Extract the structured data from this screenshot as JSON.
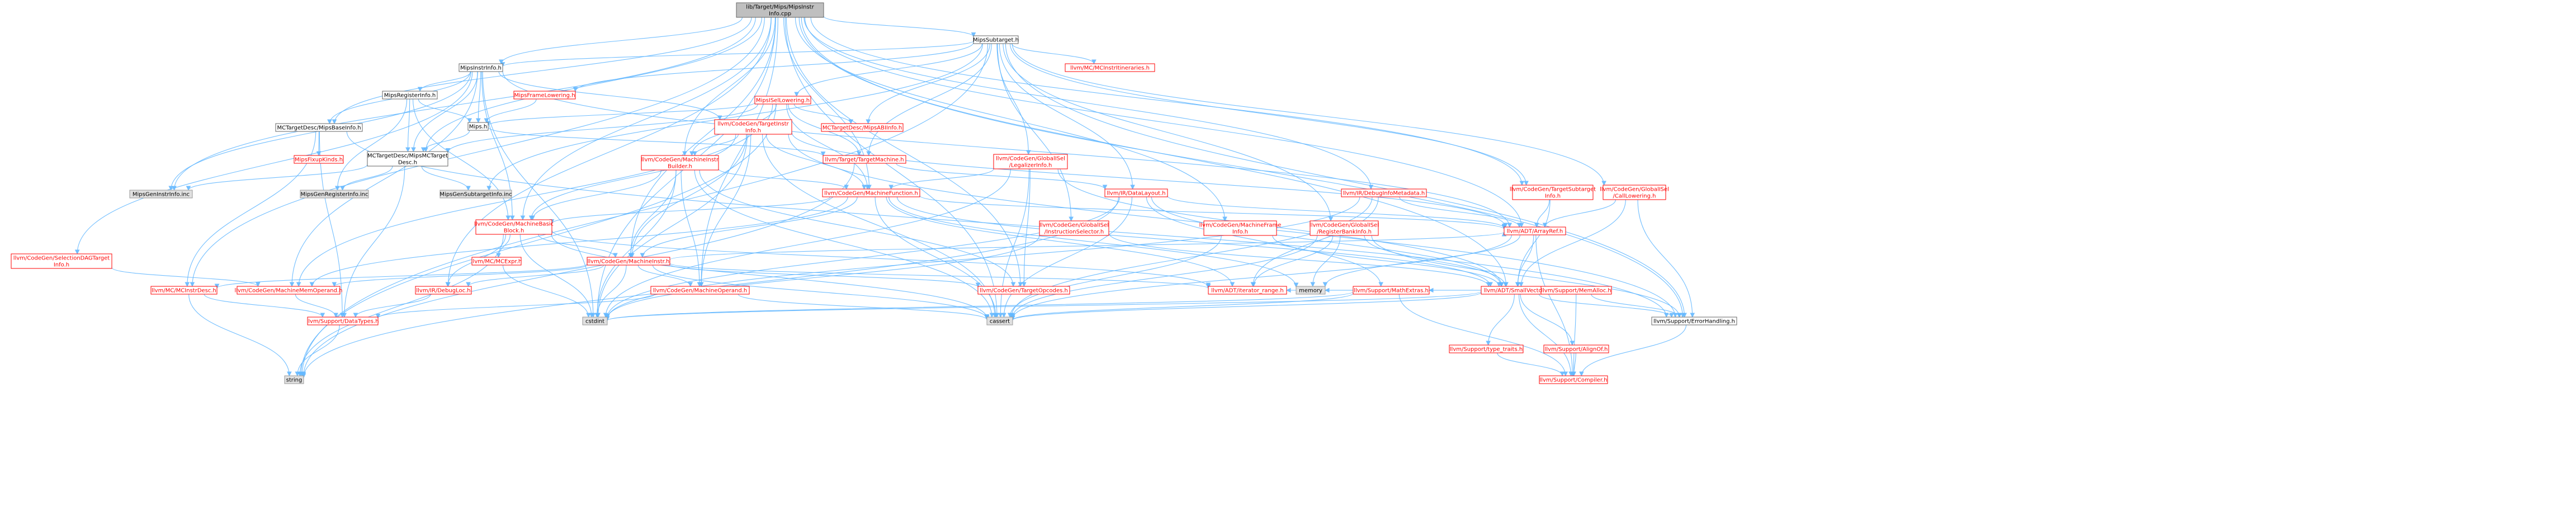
{
  "colors": {
    "edge": "#63b8ff",
    "root_fill": "#bfbfbf",
    "root_stroke": "#666666",
    "linked_fill": "#ffffff",
    "linked_stroke": "#666666",
    "linked_text": "#000000",
    "incomplete_fill": "#ffffff",
    "incomplete_stroke": "#ff0000",
    "incomplete_text": "#ff0000",
    "system_fill": "#e0e0e0",
    "system_stroke": "#999999",
    "system_text": "#000000"
  },
  "nodes": [
    {
      "id": "root",
      "lines": [
        "lib/Target/Mips/MipsInstr",
        "Info.cpp"
      ],
      "kind": "root"
    },
    {
      "id": "subtarget",
      "lines": [
        "MipsSubtarget.h"
      ],
      "kind": "linked"
    },
    {
      "id": "instrinfo",
      "lines": [
        "MipsInstrInfo.h"
      ],
      "kind": "linked"
    },
    {
      "id": "reginfo",
      "lines": [
        "MipsRegisterInfo.h"
      ],
      "kind": "linked"
    },
    {
      "id": "mipsh",
      "lines": [
        "Mips.h"
      ],
      "kind": "linked"
    },
    {
      "id": "framelow",
      "lines": [
        "MipsFrameLowering.h"
      ],
      "kind": "incomplete"
    },
    {
      "id": "isellow",
      "lines": [
        "MipsISelLowering.h"
      ],
      "kind": "incomplete"
    },
    {
      "id": "mcbaseinfo",
      "lines": [
        "MCTargetDesc/MipsBaseInfo.h"
      ],
      "kind": "linked"
    },
    {
      "id": "mctargetdesc",
      "lines": [
        "MCTargetDesc/MipsMCTarget",
        "Desc.h"
      ],
      "kind": "linked"
    },
    {
      "id": "fixupkinds",
      "lines": [
        "MipsFixupKinds.h"
      ],
      "kind": "incomplete"
    },
    {
      "id": "genregisterinfo",
      "lines": [
        "MipsGenRegisterInfo.inc"
      ],
      "kind": "system"
    },
    {
      "id": "gensubtargetinfo",
      "lines": [
        "MipsGenSubtargetInfo.inc"
      ],
      "kind": "system"
    },
    {
      "id": "geninstrinfo",
      "lines": [
        "MipsGenInstrInfo.inc"
      ],
      "kind": "system"
    },
    {
      "id": "abiinfo",
      "lines": [
        "MCTargetDesc/MipsABIInfo.h"
      ],
      "kind": "incomplete"
    },
    {
      "id": "targetinstrinfo",
      "lines": [
        "llvm/CodeGen/TargetInstr",
        "Info.h"
      ],
      "kind": "incomplete"
    },
    {
      "id": "mibuilder",
      "lines": [
        "llvm/CodeGen/MachineInstr",
        "Builder.h"
      ],
      "kind": "incomplete"
    },
    {
      "id": "targetmachine",
      "lines": [
        "llvm/Target/TargetMachine.h"
      ],
      "kind": "incomplete"
    },
    {
      "id": "legalizer",
      "lines": [
        "llvm/CodeGen/GlobalISel",
        "/LegalizerInfo.h"
      ],
      "kind": "incomplete"
    },
    {
      "id": "mcinstritin",
      "lines": [
        "llvm/MC/MCInstrItineraries.h"
      ],
      "kind": "incomplete"
    },
    {
      "id": "datalayout",
      "lines": [
        "llvm/IR/DataLayout.h"
      ],
      "kind": "incomplete"
    },
    {
      "id": "debuginfometa",
      "lines": [
        "llvm/IR/DebugInfoMetadata.h"
      ],
      "kind": "incomplete"
    },
    {
      "id": "targetsubtarget",
      "lines": [
        "llvm/CodeGen/TargetSubtarget",
        "Info.h"
      ],
      "kind": "incomplete"
    },
    {
      "id": "calllowering",
      "lines": [
        "llvm/CodeGen/GlobalISel",
        "/CallLowering.h"
      ],
      "kind": "incomplete"
    },
    {
      "id": "machinefunction",
      "lines": [
        "llvm/CodeGen/MachineFunction.h"
      ],
      "kind": "incomplete"
    },
    {
      "id": "instselector",
      "lines": [
        "llvm/CodeGen/GlobalISel",
        "/InstructionSelector.h"
      ],
      "kind": "incomplete"
    },
    {
      "id": "mfi",
      "lines": [
        "llvm/CodeGen/MachineFrame",
        "Info.h"
      ],
      "kind": "incomplete"
    },
    {
      "id": "regbankinfo",
      "lines": [
        "llvm/CodeGen/GlobalISel",
        "/RegisterBankInfo.h"
      ],
      "kind": "incomplete"
    },
    {
      "id": "arrayref",
      "lines": [
        "llvm/ADT/ArrayRef.h"
      ],
      "kind": "incomplete"
    },
    {
      "id": "mbb",
      "lines": [
        "llvm/CodeGen/MachineBasic",
        "Block.h"
      ],
      "kind": "incomplete"
    },
    {
      "id": "selectiondag",
      "lines": [
        "llvm/CodeGen/SelectionDAGTarget",
        "Info.h"
      ],
      "kind": "incomplete"
    },
    {
      "id": "mcexpr",
      "lines": [
        "llvm/MC/MCExpr.h"
      ],
      "kind": "incomplete"
    },
    {
      "id": "machineinstr",
      "lines": [
        "llvm/CodeGen/MachineInstr.h"
      ],
      "kind": "incomplete"
    },
    {
      "id": "smallvector",
      "lines": [
        "llvm/ADT/SmallVector.h"
      ],
      "kind": "incomplete"
    },
    {
      "id": "mcinstrdesc",
      "lines": [
        "llvm/MC/MCInstrDesc.h"
      ],
      "kind": "incomplete"
    },
    {
      "id": "memoperand",
      "lines": [
        "llvm/CodeGen/MachineMemOperand.h"
      ],
      "kind": "incomplete"
    },
    {
      "id": "debugloc",
      "lines": [
        "llvm/IR/DebugLoc.h"
      ],
      "kind": "incomplete"
    },
    {
      "id": "machineoperand",
      "lines": [
        "llvm/CodeGen/MachineOperand.h"
      ],
      "kind": "incomplete"
    },
    {
      "id": "targetopcodes",
      "lines": [
        "llvm/CodeGen/TargetOpcodes.h"
      ],
      "kind": "incomplete"
    },
    {
      "id": "iteratorrange",
      "lines": [
        "llvm/ADT/iterator_range.h"
      ],
      "kind": "incomplete"
    },
    {
      "id": "memory",
      "lines": [
        "memory"
      ],
      "kind": "system"
    },
    {
      "id": "mathextras",
      "lines": [
        "llvm/Support/MathExtras.h"
      ],
      "kind": "incomplete"
    },
    {
      "id": "memalloc",
      "lines": [
        "llvm/Support/MemAlloc.h"
      ],
      "kind": "incomplete"
    },
    {
      "id": "datatypes",
      "lines": [
        "llvm/Support/DataTypes.h"
      ],
      "kind": "incomplete"
    },
    {
      "id": "cstdint",
      "lines": [
        "cstdint"
      ],
      "kind": "system"
    },
    {
      "id": "cassert",
      "lines": [
        "cassert"
      ],
      "kind": "system"
    },
    {
      "id": "typetraits",
      "lines": [
        "llvm/Support/type_traits.h"
      ],
      "kind": "incomplete"
    },
    {
      "id": "alignof",
      "lines": [
        "llvm/Support/AlignOf.h"
      ],
      "kind": "incomplete"
    },
    {
      "id": "errorhandling",
      "lines": [
        "llvm/Support/ErrorHandling.h"
      ],
      "kind": "linked"
    },
    {
      "id": "string",
      "lines": [
        "string"
      ],
      "kind": "system"
    },
    {
      "id": "compiler",
      "lines": [
        "llvm/Support/Compiler.h"
      ],
      "kind": "incomplete"
    }
  ],
  "edges": [
    [
      "root",
      "subtarget"
    ],
    [
      "root",
      "instrinfo"
    ],
    [
      "root",
      "mctargetdesc"
    ],
    [
      "root",
      "mcbaseinfo"
    ],
    [
      "root",
      "geninstrinfo"
    ],
    [
      "root",
      "mbb"
    ],
    [
      "root",
      "machinefunction"
    ],
    [
      "root",
      "machineinstr"
    ],
    [
      "root",
      "mibuilder"
    ],
    [
      "root",
      "machineoperand"
    ],
    [
      "root",
      "targetopcodes"
    ],
    [
      "root",
      "mcinstrdesc"
    ],
    [
      "root",
      "debugloc"
    ],
    [
      "root",
      "errorhandling"
    ],
    [
      "root",
      "cassert"
    ],
    [
      "root",
      "cstdint"
    ],
    [
      "root",
      "arrayref"
    ],
    [
      "root",
      "smallvector"
    ],
    [
      "root",
      "mfi"
    ],
    [
      "root",
      "targetsubtarget"
    ],
    [
      "root",
      "debuginfometa"
    ],
    [
      "subtarget",
      "instrinfo"
    ],
    [
      "subtarget",
      "framelow"
    ],
    [
      "subtarget",
      "isellow"
    ],
    [
      "subtarget",
      "abiinfo"
    ],
    [
      "subtarget",
      "mcinstritin"
    ],
    [
      "subtarget",
      "datalayout"
    ],
    [
      "subtarget",
      "legalizer"
    ],
    [
      "subtarget",
      "regbankinfo"
    ],
    [
      "subtarget",
      "instselector"
    ],
    [
      "subtarget",
      "calllowering"
    ],
    [
      "subtarget",
      "targetsubtarget"
    ],
    [
      "subtarget",
      "gensubtargetinfo"
    ],
    [
      "subtarget",
      "errorhandling"
    ],
    [
      "subtarget",
      "string"
    ],
    [
      "subtarget",
      "targetmachine"
    ],
    [
      "instrinfo",
      "reginfo"
    ],
    [
      "instrinfo",
      "mipsh"
    ],
    [
      "instrinfo",
      "mcbaseinfo"
    ],
    [
      "instrinfo",
      "targetinstrinfo"
    ],
    [
      "instrinfo",
      "mctargetdesc"
    ],
    [
      "instrinfo",
      "mbb"
    ],
    [
      "instrinfo",
      "selectiondag"
    ],
    [
      "instrinfo",
      "geninstrinfo"
    ],
    [
      "instrinfo",
      "memoperand"
    ],
    [
      "instrinfo",
      "cstdint"
    ],
    [
      "instrinfo",
      "arrayref"
    ],
    [
      "reginfo",
      "mipsh"
    ],
    [
      "reginfo",
      "genregisterinfo"
    ],
    [
      "reginfo",
      "mctargetdesc"
    ],
    [
      "reginfo",
      "mbb"
    ],
    [
      "framelow",
      "mipsh"
    ],
    [
      "isellow",
      "mipsh"
    ],
    [
      "isellow",
      "abiinfo"
    ],
    [
      "isellow",
      "targetmachine"
    ],
    [
      "isellow",
      "machinefunction"
    ],
    [
      "isellow",
      "mctargetdesc"
    ],
    [
      "isellow",
      "memoperand"
    ],
    [
      "isellow",
      "string"
    ],
    [
      "isellow",
      "mibuilder"
    ],
    [
      "mipsh",
      "mctargetdesc"
    ],
    [
      "mipsh",
      "targetmachine"
    ],
    [
      "mcbaseinfo",
      "fixupkinds"
    ],
    [
      "mcbaseinfo",
      "mcinstrdesc"
    ],
    [
      "mcbaseinfo",
      "datatypes"
    ],
    [
      "mcbaseinfo",
      "errorhandling"
    ],
    [
      "mctargetdesc",
      "genregisterinfo"
    ],
    [
      "mctargetdesc",
      "gensubtargetinfo"
    ],
    [
      "mctargetdesc",
      "geninstrinfo"
    ],
    [
      "mctargetdesc",
      "datatypes"
    ],
    [
      "targetinstrinfo",
      "mibuilder"
    ],
    [
      "targetinstrinfo",
      "machinefunction"
    ],
    [
      "targetinstrinfo",
      "mbb"
    ],
    [
      "targetinstrinfo",
      "machineinstr"
    ],
    [
      "targetinstrinfo",
      "machineoperand"
    ],
    [
      "targetinstrinfo",
      "arrayref"
    ],
    [
      "targetinstrinfo",
      "cassert"
    ],
    [
      "targetinstrinfo",
      "cstdint"
    ],
    [
      "targetinstrinfo",
      "errorhandling"
    ],
    [
      "mibuilder",
      "machinefunction"
    ],
    [
      "mibuilder",
      "mbb"
    ],
    [
      "mibuilder",
      "machineinstr"
    ],
    [
      "mibuilder",
      "machineoperand"
    ],
    [
      "mibuilder",
      "cassert"
    ],
    [
      "mibuilder",
      "cstdint"
    ],
    [
      "mibuilder",
      "targetopcodes"
    ],
    [
      "legalizer",
      "machinefunction"
    ],
    [
      "legalizer",
      "targetopcodes"
    ],
    [
      "legalizer",
      "cassert"
    ],
    [
      "legalizer",
      "cstdint"
    ],
    [
      "legalizer",
      "smallvector"
    ],
    [
      "targetmachine",
      "datalayout"
    ],
    [
      "targetmachine",
      "string"
    ],
    [
      "datalayout",
      "arrayref"
    ],
    [
      "datalayout",
      "smallvector"
    ],
    [
      "datalayout",
      "mathextras"
    ],
    [
      "datalayout",
      "cassert"
    ],
    [
      "datalayout",
      "cstdint"
    ],
    [
      "datalayout",
      "string"
    ],
    [
      "debuginfometa",
      "arrayref"
    ],
    [
      "debuginfometa",
      "iteratorrange"
    ],
    [
      "debuginfometa",
      "cassert"
    ],
    [
      "debuginfometa",
      "cstdint"
    ],
    [
      "targetsubtarget",
      "arrayref"
    ],
    [
      "targetsubtarget",
      "smallvector"
    ],
    [
      "calllowering",
      "arrayref"
    ],
    [
      "calllowering",
      "smallvector"
    ],
    [
      "calllowering",
      "errorhandling"
    ],
    [
      "machinefunction",
      "mbb"
    ],
    [
      "machinefunction",
      "machineinstr"
    ],
    [
      "machinefunction",
      "arrayref"
    ],
    [
      "machinefunction",
      "smallvector"
    ],
    [
      "machinefunction",
      "iteratorrange"
    ],
    [
      "machinefunction",
      "cassert"
    ],
    [
      "machinefunction",
      "memory"
    ],
    [
      "machinefunction",
      "memoperand"
    ],
    [
      "instselector",
      "cstdint"
    ],
    [
      "instselector",
      "smallvector"
    ],
    [
      "mfi",
      "smallvector"
    ],
    [
      "mfi",
      "cassert"
    ],
    [
      "regbankinfo",
      "smallvector"
    ],
    [
      "regbankinfo",
      "iteratorrange"
    ],
    [
      "regbankinfo",
      "errorhandling"
    ],
    [
      "regbankinfo",
      "cassert"
    ],
    [
      "regbankinfo",
      "memory"
    ],
    [
      "arrayref",
      "smallvector"
    ],
    [
      "arrayref",
      "compiler"
    ],
    [
      "arrayref",
      "memory"
    ],
    [
      "arrayref",
      "cassert"
    ],
    [
      "mbb",
      "machineinstr"
    ],
    [
      "mbb",
      "mcexpr"
    ],
    [
      "mbb",
      "debugloc"
    ],
    [
      "mbb",
      "iteratorrange"
    ],
    [
      "mbb",
      "cassert"
    ],
    [
      "mbb",
      "cstdint"
    ],
    [
      "mbb",
      "string"
    ],
    [
      "selectiondag",
      "memoperand"
    ],
    [
      "mcexpr",
      "cstdint"
    ],
    [
      "machineinstr",
      "mcinstrdesc"
    ],
    [
      "machineinstr",
      "memoperand"
    ],
    [
      "machineinstr",
      "machineoperand"
    ],
    [
      "machineinstr",
      "targetopcodes"
    ],
    [
      "machineinstr",
      "debugloc"
    ],
    [
      "machineinstr",
      "iteratorrange"
    ],
    [
      "machineinstr",
      "cassert"
    ],
    [
      "machineinstr",
      "cstdint"
    ],
    [
      "machineinstr",
      "arrayref"
    ],
    [
      "smallvector",
      "memalloc"
    ],
    [
      "smallvector",
      "typetraits"
    ],
    [
      "smallvector",
      "alignof"
    ],
    [
      "smallvector",
      "errorhandling"
    ],
    [
      "smallvector",
      "compiler"
    ],
    [
      "smallvector",
      "iteratorrange"
    ],
    [
      "smallvector",
      "memory"
    ],
    [
      "smallvector",
      "cassert"
    ],
    [
      "smallvector",
      "cstdint"
    ],
    [
      "smallvector",
      "mathextras"
    ],
    [
      "mcinstrdesc",
      "datatypes"
    ],
    [
      "mcinstrdesc",
      "string"
    ],
    [
      "memoperand",
      "datatypes"
    ],
    [
      "debugloc",
      "datatypes"
    ],
    [
      "machineoperand",
      "cassert"
    ],
    [
      "machineoperand",
      "datatypes"
    ],
    [
      "mathextras",
      "compiler"
    ],
    [
      "mathextras",
      "cassert"
    ],
    [
      "mathextras",
      "cstdint"
    ],
    [
      "memalloc",
      "errorhandling"
    ],
    [
      "memalloc",
      "compiler"
    ],
    [
      "typetraits",
      "compiler"
    ],
    [
      "alignof",
      "compiler"
    ],
    [
      "datatypes",
      "string"
    ],
    [
      "errorhandling",
      "compiler"
    ]
  ]
}
